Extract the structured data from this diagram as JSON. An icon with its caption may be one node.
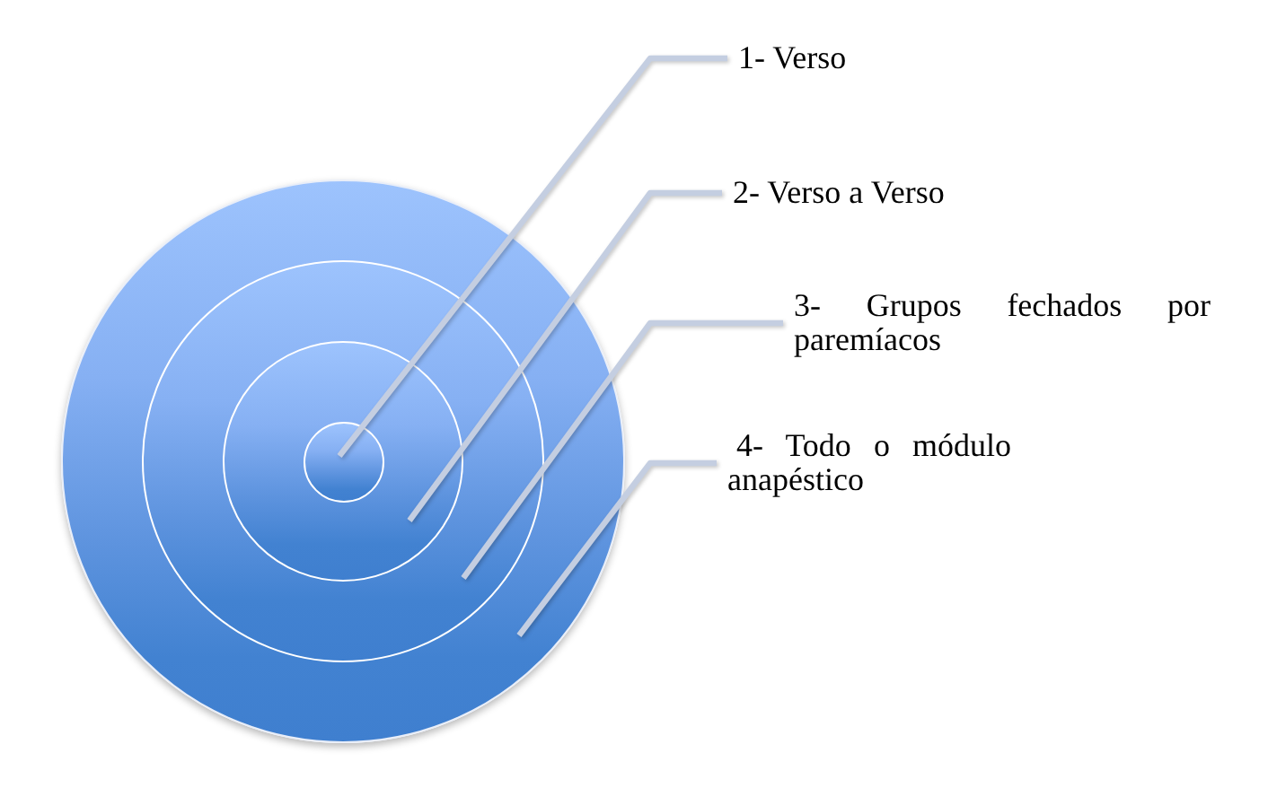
{
  "diagram": {
    "nodes": [
      {
        "text": [],
        "shape": "circle"
      },
      {
        "text": [],
        "shape": "circle",
        "in": 0
      },
      {
        "text": [],
        "shape": "circle",
        "in": 1
      },
      {
        "text": [],
        "shape": "circle",
        "in": 2
      },
      {
        "text": [
          "1- Verso"
        ]
      },
      {
        "text": [
          "2- Verso a Verso"
        ]
      },
      {
        "text": [
          "3- Grupos fechados por paremíacos"
        ]
      },
      {
        "text": [
          "4- Todo o módulo anapéstico"
        ]
      }
    ],
    "edges": [
      {
        "from": 4,
        "to": 3,
        "arrow": "none"
      },
      {
        "from": 5,
        "to": 2,
        "arrow": "none"
      },
      {
        "from": 6,
        "to": 1,
        "arrow": "none"
      },
      {
        "from": 7,
        "to": 0,
        "arrow": "none"
      }
    ]
  }
}
